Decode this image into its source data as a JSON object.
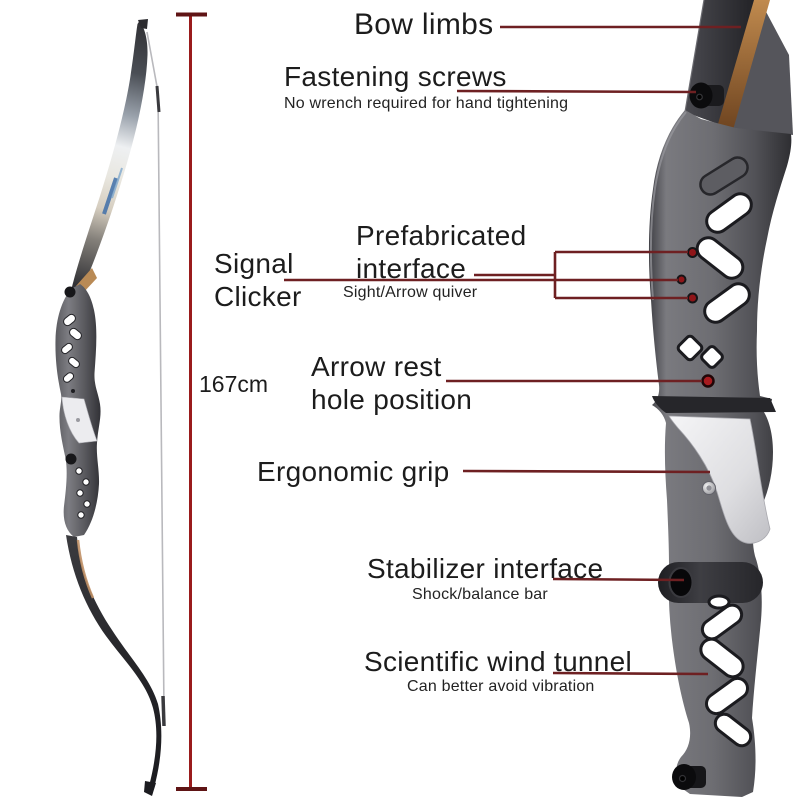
{
  "figure": {
    "kind": "annotated product diagram",
    "subject": "takedown recurve bow"
  },
  "colors": {
    "background": "#ffffff",
    "text": "#1c1c1c",
    "leader_line": "#6e2022",
    "measure_line": "#9a1b1c",
    "marker_dot": "#a81b1f",
    "grip_white": "#e9e9ec",
    "riser_gray": "#6d6d72",
    "wood_edge": "#b5763c"
  },
  "measurement": {
    "length_label": "167cm"
  },
  "annotations": {
    "bow_limbs": {
      "title": "Bow limbs"
    },
    "fastening_screws": {
      "title": "Fastening screws",
      "subtitle": "No wrench required for hand tightening"
    },
    "signal_clicker": {
      "line1": "Signal",
      "line2": "Clicker"
    },
    "prefabricated_interface": {
      "line1": "Prefabricated",
      "line2": "interface",
      "subtitle": "Sight/Arrow quiver"
    },
    "arrow_rest": {
      "line1": "Arrow rest",
      "line2": "hole position"
    },
    "ergonomic_grip": {
      "title": "Ergonomic grip"
    },
    "stabilizer_interface": {
      "title": "Stabilizer interface",
      "subtitle": "Shock/balance bar"
    },
    "scientific_wind_tunnel": {
      "title": "Scientific wind tunnel",
      "subtitle": "Can better avoid vibration"
    }
  },
  "images": {
    "left_image": "full recurve bow side view with string",
    "right_image": "riser close-up detail"
  }
}
